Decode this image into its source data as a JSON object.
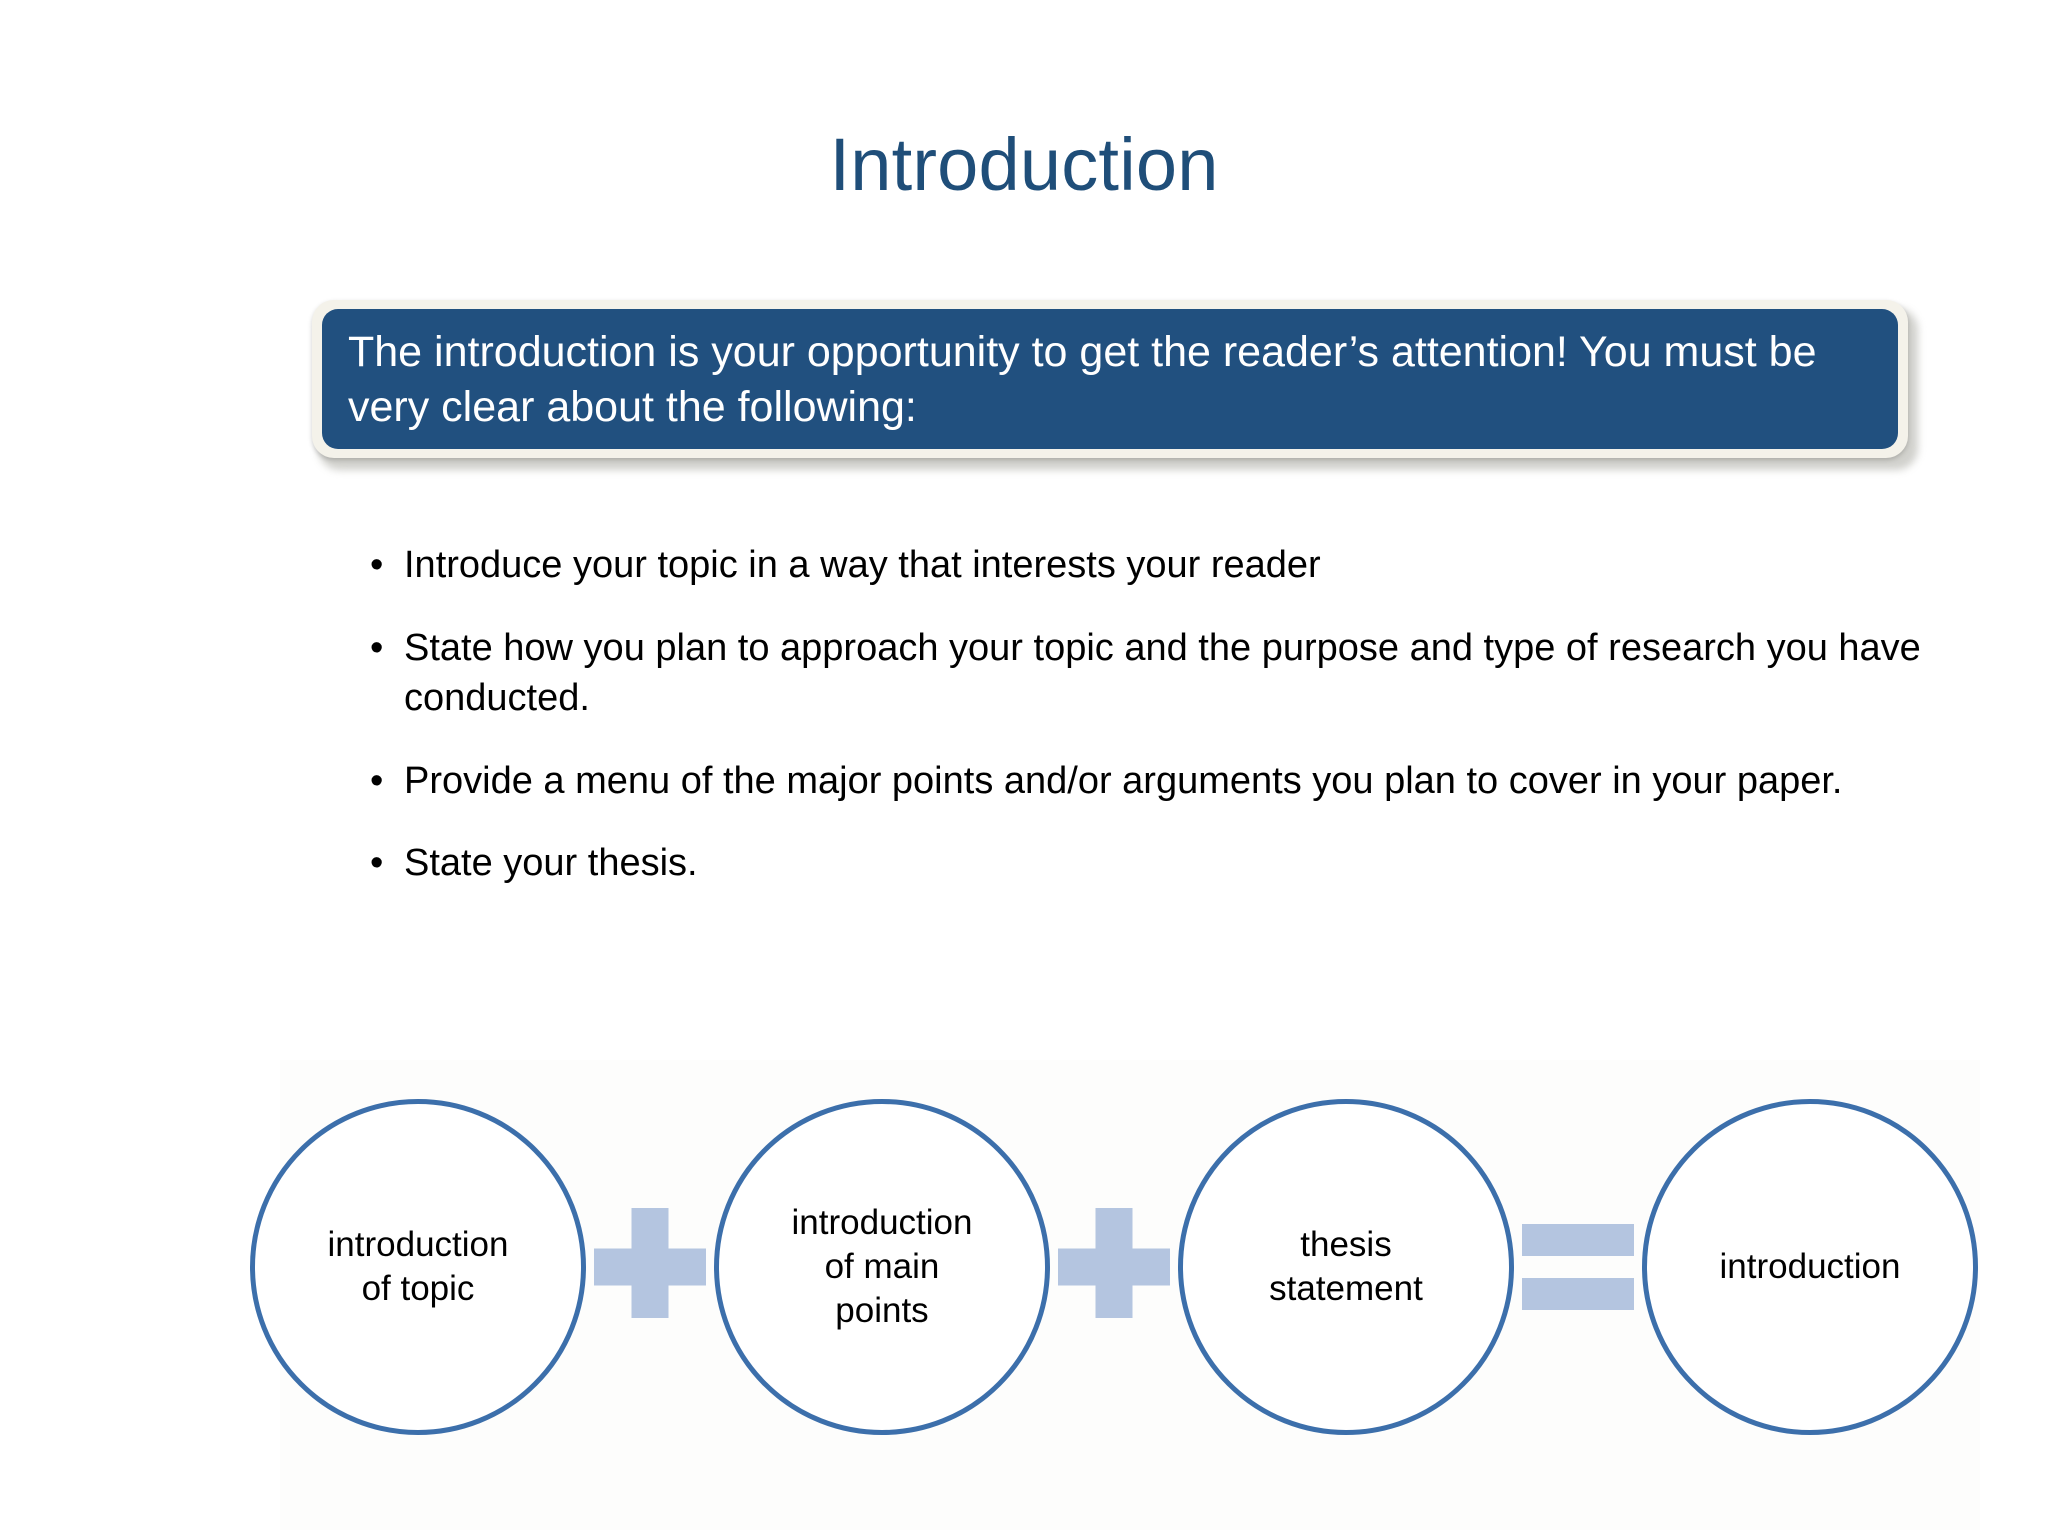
{
  "slide": {
    "title": "Introduction",
    "title_color": "#1f4e79",
    "background_color": "#ffffff"
  },
  "banner": {
    "text": "The introduction is your opportunity to get the reader’s attention! You must be very clear about the following:",
    "fill_color": "#21507f",
    "border_color": "#f4f2ea",
    "text_color": "#ffffff"
  },
  "bullets": {
    "marker": "•",
    "items": [
      {
        "text": "Introduce your topic in a way that interests your reader"
      },
      {
        "text": "State how you plan to approach your topic and the purpose and type of research you have conducted."
      },
      {
        "text": "Provide a menu of the major points and/or arguments you plan to cover in your paper."
      },
      {
        "text": "State your thesis."
      }
    ]
  },
  "diagram": {
    "circle_border_color": "#3c6fab",
    "operator_color": "#b4c5e0",
    "nodes": [
      {
        "label": "introduction\nof topic"
      },
      {
        "label": "introduction\nof main\npoints"
      },
      {
        "label": "thesis\nstatement"
      },
      {
        "label": "introduction"
      }
    ],
    "operators": [
      {
        "symbol": "plus",
        "name": "plus-operator"
      },
      {
        "symbol": "plus",
        "name": "plus-operator"
      },
      {
        "symbol": "equals",
        "name": "equals-operator"
      }
    ]
  }
}
